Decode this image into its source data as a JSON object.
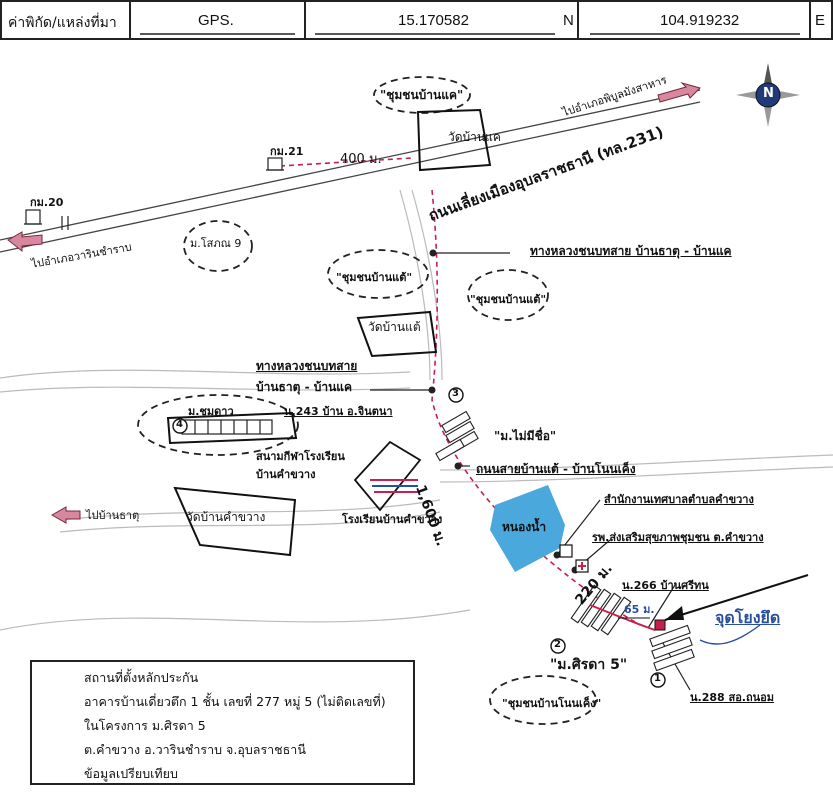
{
  "header": {
    "coord_label": "ค่าพิกัด/แหล่งที่มา",
    "source": "GPS.",
    "latitude": "15.170582",
    "lat_suffix": "N",
    "longitude": "104.919232",
    "lon_suffix": "E"
  },
  "compass": {
    "letter": "N"
  },
  "map_labels": {
    "community_baan_kae": "\"ชุมชนบ้านแค\"",
    "wat_baan_kae": "วัดบ้านแค",
    "to_phibun": "ไปอำเภอพิบูลมังสาหาร",
    "main_road": "ถนนเลี่ยงเมืองอุบลราชธานี (ทล.231)",
    "km21": "กม.21",
    "dist_400": "400 ม.",
    "km20": "กม.20",
    "to_warin": "ไปอำเภอวารินชำราบ",
    "mo_sokano": "ม.โสภณ 9",
    "rural_road_1": "ทางหลวงชนบทสาย บ้านธาตุ - บ้านแค",
    "community_baan_tae_1": "\"ชุมชนบ้านแต้\"",
    "community_baan_tae_2": "\"ชุมชนบ้านแต้\"",
    "wat_baan_tae": "วัดบ้านแต้",
    "rural_road_2_line1": "ทางหลวงชนบทสาย",
    "rural_road_2_line2": "บ้านธาตุ - บ้านแค",
    "mo_chomdao": "ม.ชมดาว",
    "house_243": "น.243 บ้าน อ.จินตนา",
    "marker_3": "3",
    "mo_mai_mi_chue": "\"ม.ไม่มีชื่อ\"",
    "marker_4": "4",
    "stadium_line1": "สนามกีฬาโรงเรียน",
    "stadium_line2": "บ้านคำขวาง",
    "road_tae_nonkeng": "ถนนสายบ้านแต้ - บ้านโนนเค็ง",
    "dist_1600": "1,600 ม.",
    "to_baan_that": "ไปบ้านธาตุ",
    "wat_kham_khwang": "วัดบ้านคำขวาง",
    "school_kham_khwang": "โรงเรียนบ้านคำขวาง",
    "pond": "หนองน้ำ",
    "sao_office": "สำนักงานเทศบาลตำบลคำขวาง",
    "health_hospital": "รพ.ส่งเสริมสุขภาพชุมชน ต.คำขวาง",
    "dist_220": "220 ม.",
    "house_266": "น.266 บ้านศรีทน",
    "dist_65": "65 ม.",
    "anchor_point": "จุดโยงยึด",
    "marker_2": "2",
    "mo_sirada": "\"ม.ศิรดา 5\"",
    "marker_1": "1",
    "house_288": "น.288 สอ.ถนอม",
    "community_nonkeng": "\"ชุมชนบ้านโนนเค็ง\""
  },
  "legend": {
    "line1": "สถานที่ตั้งหลักประกัน",
    "line2": "อาคารบ้านเดี่ยวตึก 1 ชั้น เลขที่ 277 หมู่ 5 (ไม่ติดเลขที่)",
    "line3": "ในโครงการ ม.ศิรดา 5",
    "line4": "ต.คำขวาง  อ.วารินชำราบ  จ.อุบลราชธานี",
    "line5": "ข้อมูลเปรียบเทียบ"
  },
  "colors": {
    "pond": "#4aa8dd",
    "route": "#c4214c",
    "arrow": "#d8889e",
    "anchor_text": "#2a4f9e"
  }
}
